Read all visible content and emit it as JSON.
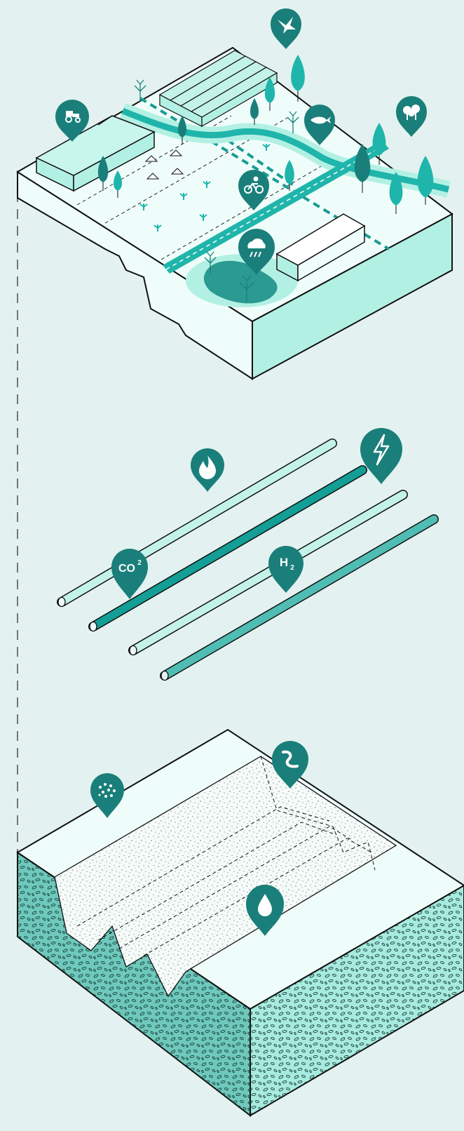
{
  "colors": {
    "background": "#e3f2f0",
    "surface_light": "#effdfa",
    "surface_mint": "#b3f0e4",
    "teal_dark": "#1a7f7a",
    "teal_mid": "#1fb5ab",
    "teal_pipe_dark": "#139e96",
    "teal_pipe_mid": "#4fbdb3",
    "pipe_light": "#c3f2e9",
    "soil_dark": "#6ec9bc",
    "soil_light": "#a7ebde",
    "outline": "#111111"
  },
  "layers": {
    "surface": {
      "icons": [
        "tractor-icon",
        "bird-icon",
        "fish-icon",
        "forest-icon",
        "cyclist-icon",
        "rain-cloud-icon"
      ]
    },
    "infrastructure": {
      "icons": [
        "flame-icon",
        "lightning-icon"
      ],
      "labels": {
        "co2_main": "CO",
        "co2_sup": "2",
        "h2_main": "H",
        "h2_sub": "2"
      }
    },
    "subsurface": {
      "icons": [
        "sediment-dots-icon",
        "groundwater-squiggle-icon",
        "water-drop-icon"
      ]
    }
  }
}
